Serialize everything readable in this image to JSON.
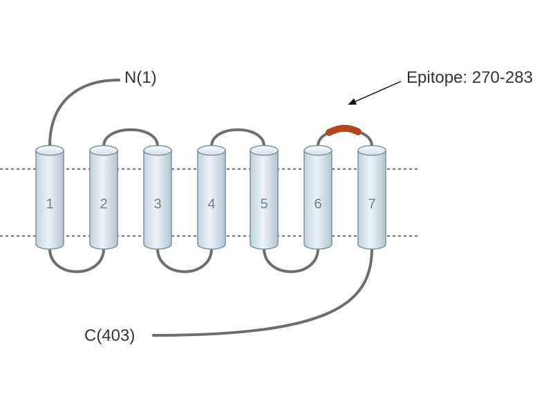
{
  "labels": {
    "n_terminus": "N(1)",
    "c_terminus": "C(403)",
    "epitope": "Epitope: 270-283"
  },
  "helices": [
    "1",
    "2",
    "3",
    "4",
    "5",
    "6",
    "7"
  ],
  "colors": {
    "helix_fill_light": "#eef3f7",
    "helix_fill_dark": "#b9cad6",
    "helix_stroke": "#7d8f9c",
    "loop": "#6b6e70",
    "membrane_line": "#444444",
    "epitope": "#b5441f",
    "text": "#333333"
  }
}
